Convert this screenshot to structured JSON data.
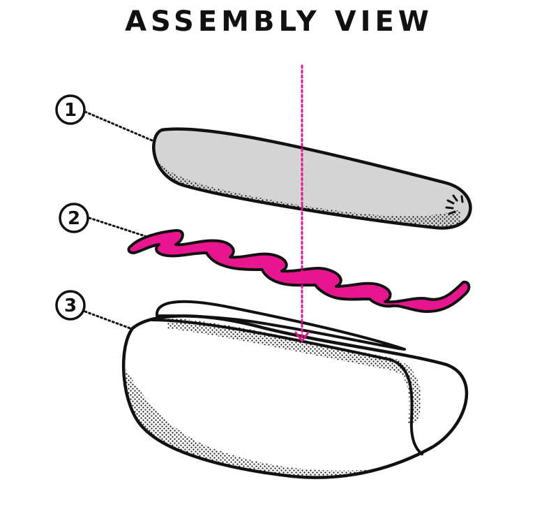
{
  "title": "ASSEMBLY VIEW",
  "colors": {
    "ink": "#111111",
    "sausage": "#d4d4d4",
    "mustard": "#e8168e",
    "arrow": "#e8168e",
    "bun": "#ffffff"
  },
  "parts": [
    {
      "number": "1",
      "component": "sausage"
    },
    {
      "number": "2",
      "component": "mustard"
    },
    {
      "number": "3",
      "component": "bun"
    }
  ]
}
